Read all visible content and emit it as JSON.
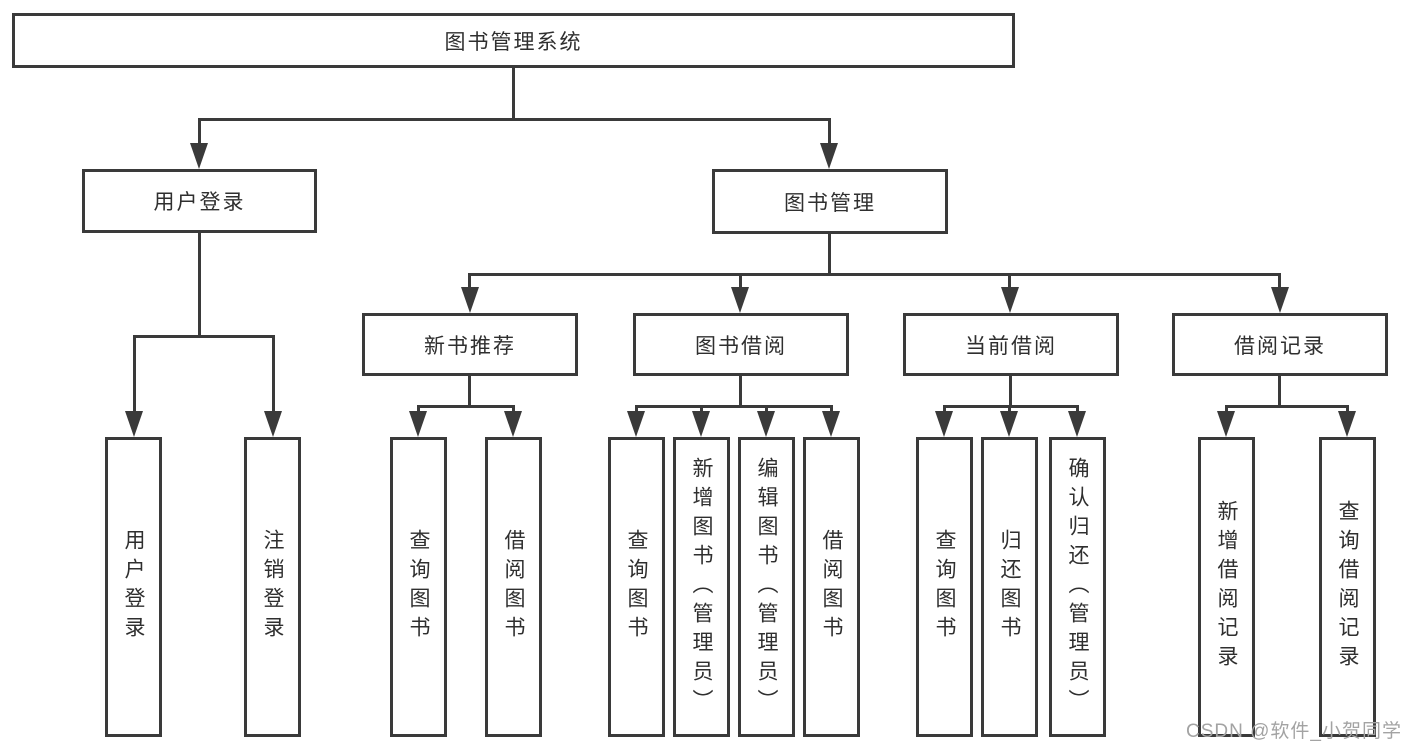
{
  "tree": {
    "label": "图书管理系统",
    "children": [
      {
        "label": "用户登录",
        "children": [
          {
            "label": "用户登录"
          },
          {
            "label": "注销登录"
          }
        ]
      },
      {
        "label": "图书管理",
        "children": [
          {
            "label": "新书推荐",
            "children": [
              {
                "label": "查询图书"
              },
              {
                "label": "借阅图书"
              }
            ]
          },
          {
            "label": "图书借阅",
            "children": [
              {
                "label": "查询图书"
              },
              {
                "label": "新增图书（管理员）"
              },
              {
                "label": "编辑图书（管理员）"
              },
              {
                "label": "借阅图书"
              }
            ]
          },
          {
            "label": "当前借阅",
            "children": [
              {
                "label": "查询图书"
              },
              {
                "label": "归还图书"
              },
              {
                "label": "确认归还（管理员）"
              }
            ]
          },
          {
            "label": "借阅记录",
            "children": [
              {
                "label": "新增借阅记录"
              },
              {
                "label": "查询借阅记录"
              }
            ]
          }
        ]
      }
    ]
  },
  "watermark": {
    "text": "CSDN @软件_小贺同学"
  },
  "colors": {
    "line": "#3a3a3a",
    "text": "#2f2f2f",
    "watermark": "#a3a3a3",
    "background": "#ffffff"
  }
}
